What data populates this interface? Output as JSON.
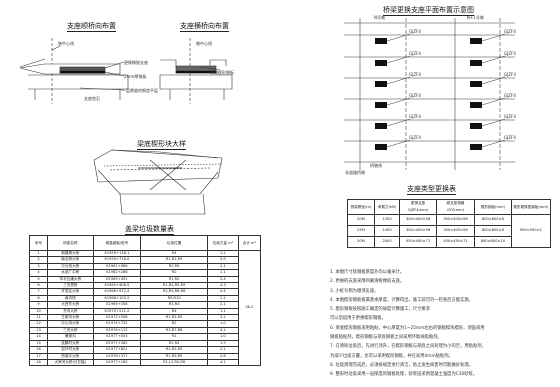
{
  "titles": {
    "longitudinal": "支座顺桥向布置",
    "transverse": "支座横桥向布置",
    "wedge": "梁底楔形块大样",
    "plan": "桥梁更换支座平面布置示意图",
    "type_table": "支座类型更换表",
    "cap_table": "盖梁垃圾数量表"
  },
  "labels": {
    "pier_center": "墩中心线",
    "beam_center": "墩中心线",
    "new_bearing": "更换橡胶支座",
    "wedge_mark": "2mm厚钢板",
    "pad_note": "一层厚度的钢垫平层",
    "cap": "支座垫石",
    "new_steel": "新增楔形钢板",
    "span_n": "N号墩",
    "span_n1": "N+1号墩",
    "center_line": "中心线",
    "bearing_sym": "GJZF4",
    "axis": "桥墩线",
    "abutment": "非道路桥墩"
  },
  "type_table": {
    "headers": [
      "桥梁跨径(m)",
      "承载力(kN)",
      "更换支座 GJZF4(mm)",
      "原支座规格 GYZ(mm)",
      "楔形钢板(mm)",
      "楔形更换垫钢板(mm)"
    ],
    "rows": [
      [
        "20M",
        "1350",
        "300×400×56",
        "300×400×56",
        "800×800×8",
        ""
      ],
      [
        "25M",
        "1450",
        "300×400×56",
        "300×400×56",
        "800×800×8",
        "900×900×2"
      ],
      [
        "30M",
        "2000",
        "450×450×71",
        "450×450×71",
        "800×800×10",
        ""
      ]
    ]
  },
  "cap_table": {
    "headers": [
      "序号",
      "桥梁名称",
      "墩高钢板/桩号",
      "垃圾位置",
      "垃圾方量 m³",
      "合计 m³"
    ],
    "total": "36.2",
    "rows": [
      [
        "1",
        "新建杨大桥",
        "K1959+136.1",
        "R4",
        "1.2"
      ],
      [
        "2",
        "南北桥大桥",
        "K1959+716.0",
        "R1,R2,R5",
        "3.9"
      ],
      [
        "3",
        "中分线大桥",
        "K1961+986",
        "R2,R5",
        "2.1"
      ],
      [
        "4",
        "水泥厂中桥",
        "K1962+286",
        "R2",
        "1.1"
      ],
      [
        "5",
        "华丰互通大桥",
        "K1963+491",
        "R1,R2",
        "2.4"
      ],
      [
        "6",
        "三沟里桥",
        "K1965+408.5",
        "R1,R4,R5,R9",
        "4.3"
      ],
      [
        "7",
        "开发区大桥",
        "K1966+972.4",
        "R2,R4,R6,R8",
        "4.4"
      ],
      [
        "8",
        "南沟桥",
        "K1968+103.2",
        "R5,R10",
        "2.2"
      ],
      [
        "9",
        "大西东大桥",
        "K1969+358",
        "R3,R4",
        "2.1"
      ],
      [
        "10",
        "东沟大桥",
        "K1970+211.2",
        "R4",
        "1.1"
      ],
      [
        "11",
        "王家沟大桥",
        "K1972+508",
        "R1,R2,R5",
        "3.2"
      ],
      [
        "12",
        "中心沟大桥",
        "K1974+732",
        "R2",
        "1.0"
      ],
      [
        "13",
        "三河大桥",
        "K1976+112",
        "R3,R7,R8",
        "3.1"
      ],
      [
        "14",
        "黄家沟",
        "K1977+003",
        "R1",
        "1.0"
      ],
      [
        "15",
        "连鹏村大桥",
        "K1977+362",
        "R2,R4",
        "1.9"
      ],
      [
        "16",
        "岩叶村大桥",
        "K1977+821",
        "R1,R2,R5",
        "2.1"
      ],
      [
        "17",
        "西溪头大桥",
        "K1978+317",
        "R1,R3,R9",
        "2.6"
      ],
      [
        "18",
        "大家河大桥(分左幅)",
        "K1977+165",
        "R1,L2,R5,R8",
        "4.1"
      ]
    ]
  },
  "notes": [
    "1. 本图尺寸除钢板厚度外均以毫米计。",
    "2. 更换的支座采用四氟滑板橡胶支座。",
    "3. 小桩号侧为墩顶支座。",
    "4. 本图楔形钢板板属基本厚度，计算得出，施工前可另一检查后方能实施。",
    "5. 楔形钢板按照施工确定的坡度计算施工，尺寸要求",
    "   可以后适用于更换楔形钢板。",
    "6. 梁底楔形钢板采用粘贴，中心厚度为1~25mm左右的钢板楔块楔形，顶面采用",
    "   钢板粘贴剂，楔形钢板与梁底钢板之间采用环氧树脂粘剂。",
    "7. 在清除垃圾后，先进行顶升，在楔形钢板与梁底之间处理为小的空，用粘贴剂，",
    "   为减少垃圾方量，也可以采用楔形钢板，并在采用4mm粘贴剂。",
    "8. 垃圾清理完成后，必须按规定进行清洁，防止发生病害时可能做好处理。",
    "9. 整形时垃圾采用一层厚度的钢板处理，砂浆层采用混凝土强度为C30砂浆。"
  ]
}
